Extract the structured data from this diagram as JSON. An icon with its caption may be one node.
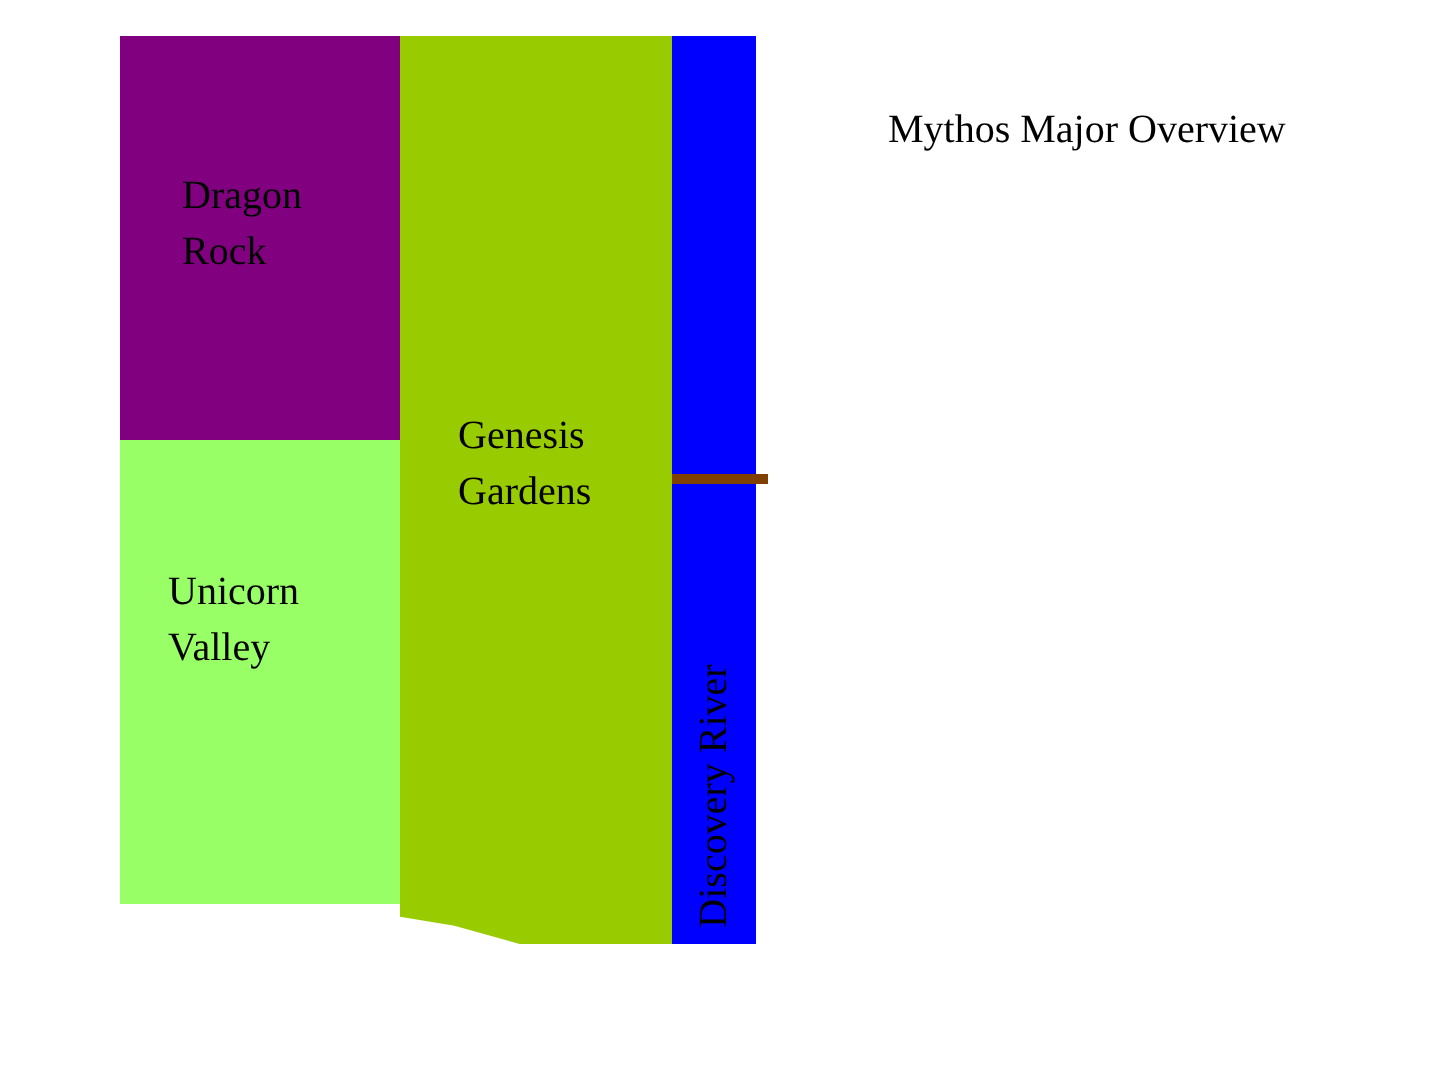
{
  "diagram": {
    "title": "Mythos Major Overview",
    "nodes": [
      {
        "text": [
          "Dragon Rock"
        ]
      },
      {
        "text": [
          "Unicorn Valley"
        ]
      },
      {
        "text": [
          "Genesis Gardens"
        ]
      },
      {
        "text": [
          "Discovery River"
        ]
      }
    ]
  }
}
